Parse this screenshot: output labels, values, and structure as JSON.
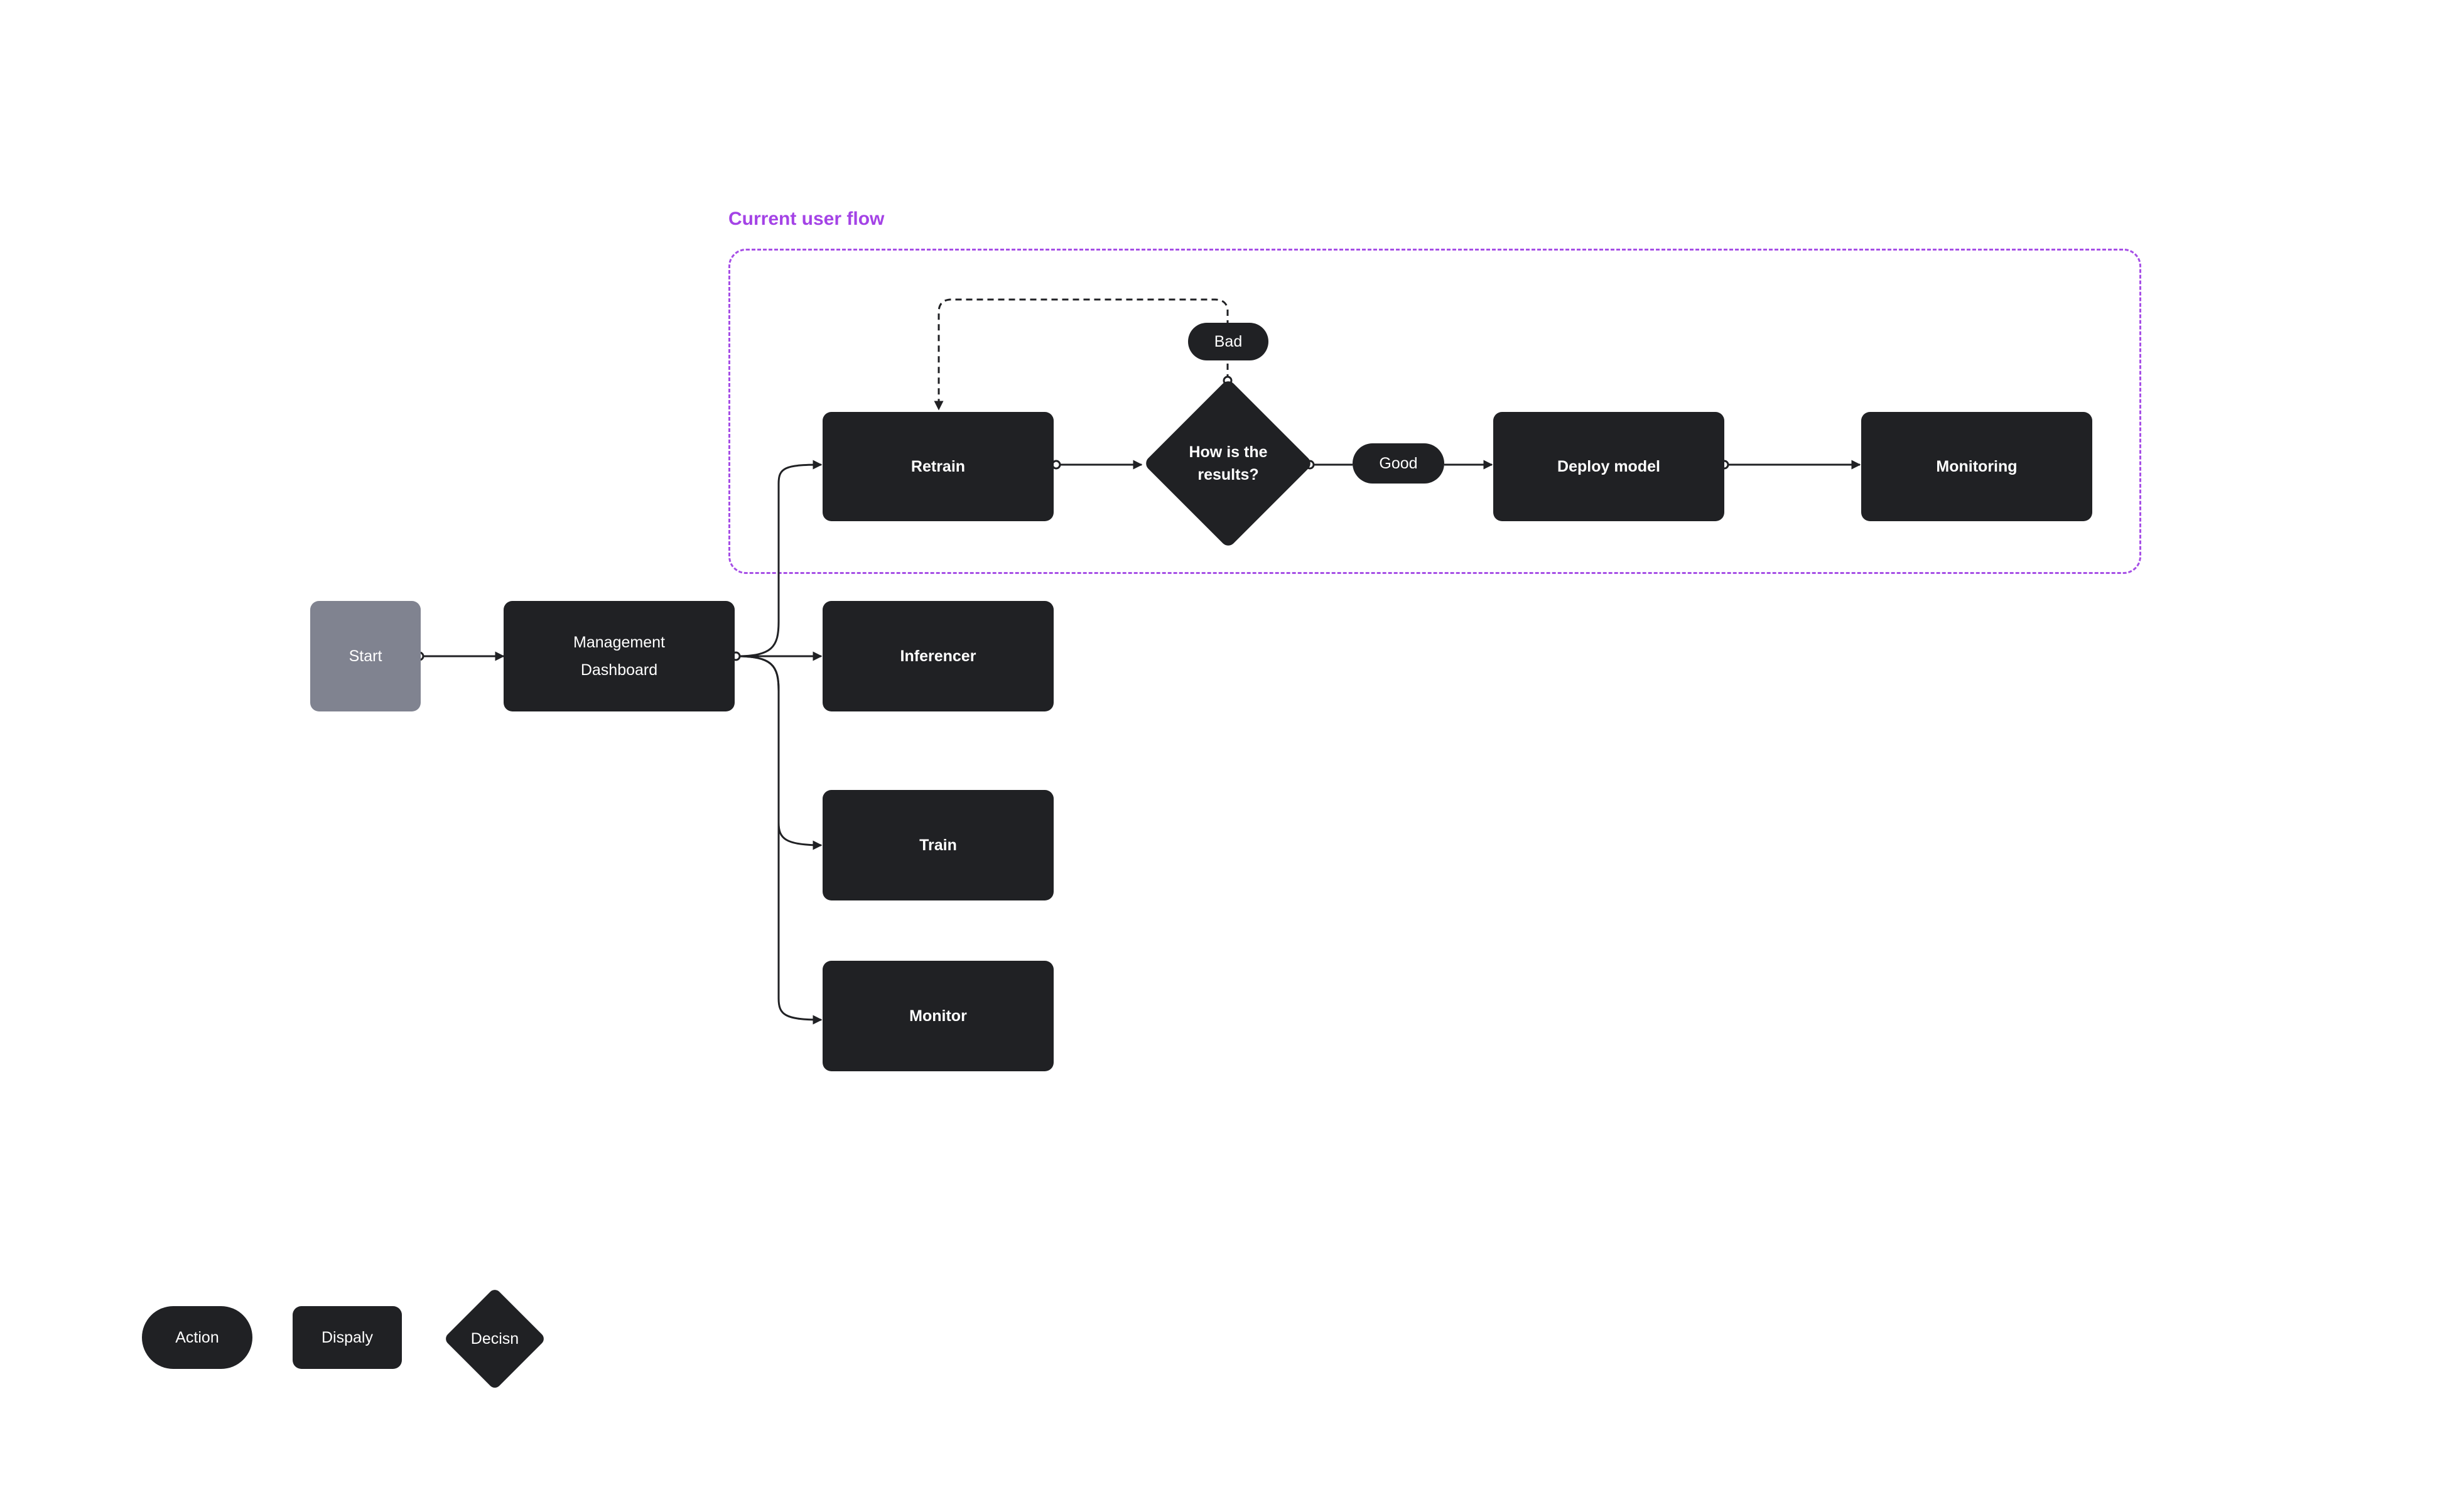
{
  "group": {
    "title": "Current user flow"
  },
  "nodes": {
    "start": "Start",
    "management_dashboard": "Management\nDashboard",
    "retrain": "Retrain",
    "inferencer": "Inferencer",
    "train": "Train",
    "monitor": "Monitor",
    "decision": "How is the\nresults?",
    "deploy_model": "Deploy model",
    "monitoring": "Monitoring"
  },
  "edge_labels": {
    "bad": "Bad",
    "good": "Good"
  },
  "legend": {
    "action": "Action",
    "display": "Dispaly",
    "decision": "Decisn"
  },
  "colors": {
    "node": "#202124",
    "start": "#808390",
    "group_border": "#a64ee6",
    "group_title": "#a443e6",
    "edge": "#202124"
  }
}
